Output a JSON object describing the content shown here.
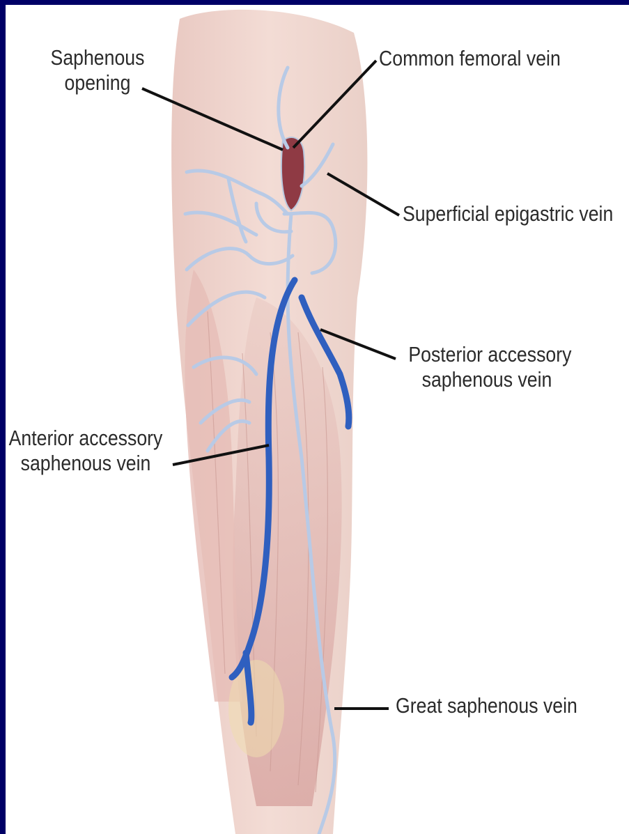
{
  "colors": {
    "frame": "#000066",
    "background": "#ffffff",
    "skin": "#f1d7cf",
    "muscle": "#dca8a4",
    "superficial_vein": "#c9d8ec",
    "accessory_vein": "#2f5fbf",
    "leader_line": "#111111"
  },
  "labels": {
    "saphenous_opening": [
      "Saphenous",
      "opening"
    ],
    "common_femoral_vein": "Common femoral vein",
    "superficial_epigastric_vein": "Superficial epigastric vein",
    "posterior_accessory": [
      "Posterior accessory",
      "saphenous vein"
    ],
    "anterior_accessory": [
      "Anterior accessory",
      "saphenous vein"
    ],
    "great_saphenous_vein": "Great saphenous vein"
  }
}
